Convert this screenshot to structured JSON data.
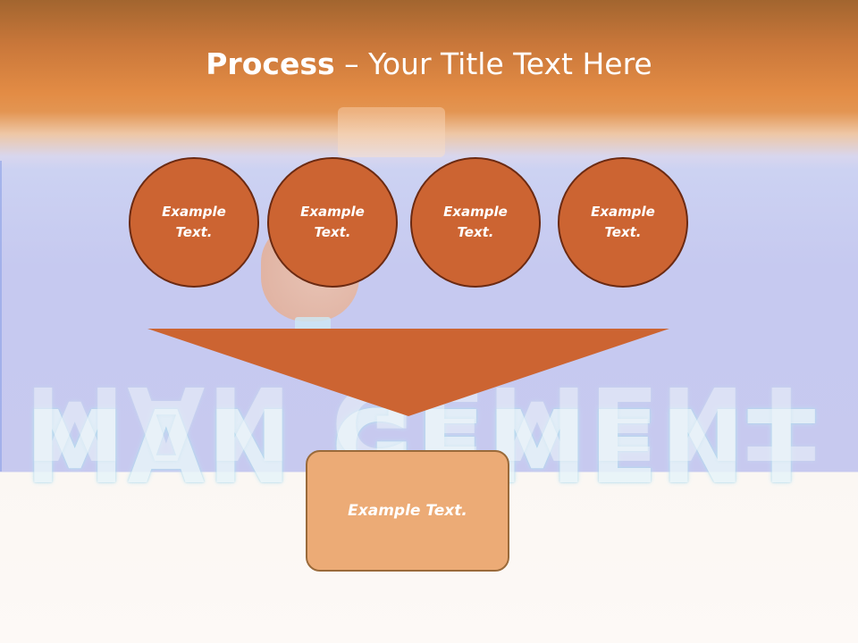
{
  "title": {
    "bold": "Process",
    "rest": " – Your Title Text Here"
  },
  "background": {
    "word": "MAN  GEMENT"
  },
  "circles": [
    {
      "label": "Example Text."
    },
    {
      "label": "Example Text."
    },
    {
      "label": "Example Text."
    },
    {
      "label": "Example Text."
    }
  ],
  "result": {
    "label": "Example Text."
  },
  "colors": {
    "accent": "#cc6432",
    "result_fill": "#ecab76",
    "header": "#e38c45"
  }
}
